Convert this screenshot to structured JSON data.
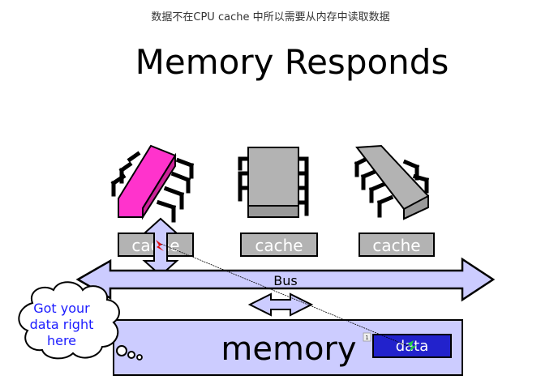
{
  "caption": "数据不在CPU cache 中所以需要从内存中读取数据",
  "title": "Memory Responds",
  "caches": [
    {
      "label": "cache",
      "highlighted": true
    },
    {
      "label": "cache",
      "highlighted": false
    },
    {
      "label": "cache",
      "highlighted": false
    }
  ],
  "bus": {
    "label": "Bus"
  },
  "memory": {
    "label": "memory",
    "data_label": "data",
    "slot_number": "1"
  },
  "bubble": {
    "lines": [
      "Got your",
      "data right",
      "here"
    ]
  },
  "colors": {
    "active_chip": "#ff33cc",
    "idle_chip": "#b3b3b3",
    "bus_fill": "#ccccff",
    "memory_fill": "#ccccff",
    "data_fill": "#2222cc",
    "bubble_text": "#1a1aff"
  }
}
